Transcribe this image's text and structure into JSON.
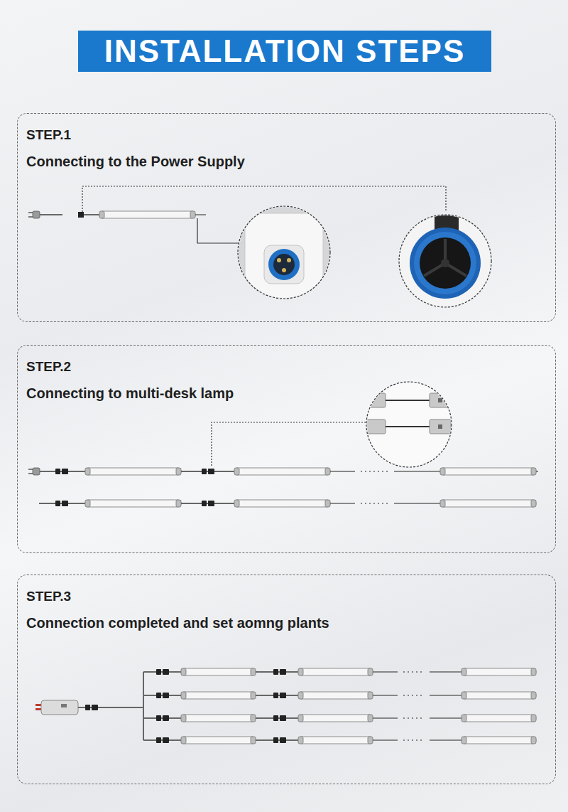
{
  "diagram": {
    "title": "INSTALLATION STEPS",
    "nodes": [
      {
        "text": [
          "STEP.1",
          "Connecting to the Power Supply"
        ]
      },
      {
        "text": [
          "STEP.2",
          "Connecting to multi-desk lamp"
        ]
      },
      {
        "text": [
          "STEP.3",
          "Connection completed and set aomng plants"
        ]
      }
    ]
  }
}
